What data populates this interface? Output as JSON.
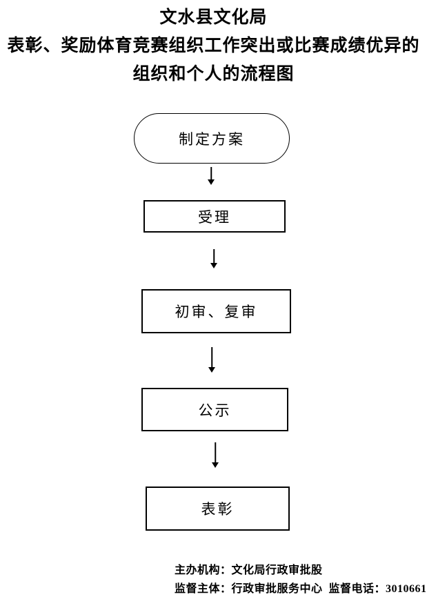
{
  "title": {
    "line1": "文水县文化局",
    "line2": "表彰、奖励体育竞赛组织工作突出或比赛成绩优异的",
    "line3": "组织和个人的流程图"
  },
  "flowchart": {
    "nodes": [
      {
        "id": "start",
        "shape": "stadium",
        "label": "制定方案"
      },
      {
        "id": "accept",
        "shape": "rect",
        "label": "受理"
      },
      {
        "id": "review",
        "shape": "rect",
        "label": "初审、复审"
      },
      {
        "id": "publicity",
        "shape": "rect",
        "label": "公示"
      },
      {
        "id": "commendation",
        "shape": "rect",
        "label": "表彰"
      }
    ],
    "connectors": [
      {
        "from": "start",
        "to": "accept",
        "type": "arrow-down"
      },
      {
        "from": "accept",
        "to": "review",
        "type": "arrow-down"
      },
      {
        "from": "review",
        "to": "publicity",
        "type": "arrow-down"
      },
      {
        "from": "publicity",
        "to": "commendation",
        "type": "arrow-down"
      }
    ]
  },
  "footer": {
    "host": "主办机构：文化局行政审批股",
    "supervisor": "监督主体：行政审批服务中心",
    "phone": "监督电话：3010661"
  },
  "colors": {
    "stroke": "#000000",
    "text": "#000000",
    "background": "#ffffff"
  }
}
